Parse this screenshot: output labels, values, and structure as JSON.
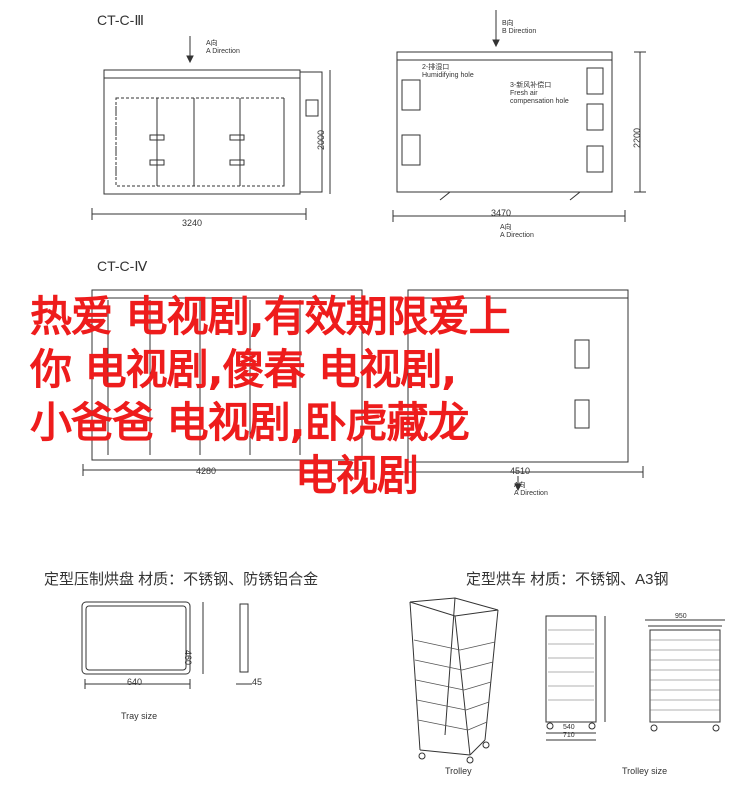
{
  "diagrams": {
    "ct_c_3": {
      "model": "CT-C-Ⅲ",
      "a_direction": "A向\nA Direction",
      "width": "3240",
      "height": "2000"
    },
    "ct_c_3_side": {
      "b_direction": "B向\nB Direction",
      "humidifying_hole": "2-排湿口\nHumidifying hole",
      "fresh_air_hole": "3-新风补偿口\nFresh air\ncompensation hole",
      "width": "3470",
      "height": "2200",
      "a_direction": "A向\nA Direction"
    },
    "ct_c_4": {
      "model": "CT-C-Ⅳ",
      "width": "4280",
      "side_width": "4510",
      "a_direction": "A向\nA Direction"
    }
  },
  "overlay_text": {
    "line1": "热爱 电视剧,有效期限爱上",
    "line2": "你 电视剧,傻春 电视剧,",
    "line3": "小爸爸 电视剧,卧虎藏龙",
    "line4": "电视剧"
  },
  "products": {
    "tray": {
      "heading": "定型压制烘盘  材质：不锈钢、防锈铝合金",
      "width": "640",
      "height": "460",
      "depth": "45",
      "caption": "Tray size"
    },
    "trolley": {
      "heading": "定型烘车  材质：不锈钢、A3钢",
      "caption": "Trolley",
      "size_caption": "Trolley size",
      "dim_540": "540",
      "dim_710": "710",
      "dim_950": "950"
    }
  },
  "colors": {
    "line": "#333333",
    "overlay": "#ee1c1c"
  }
}
